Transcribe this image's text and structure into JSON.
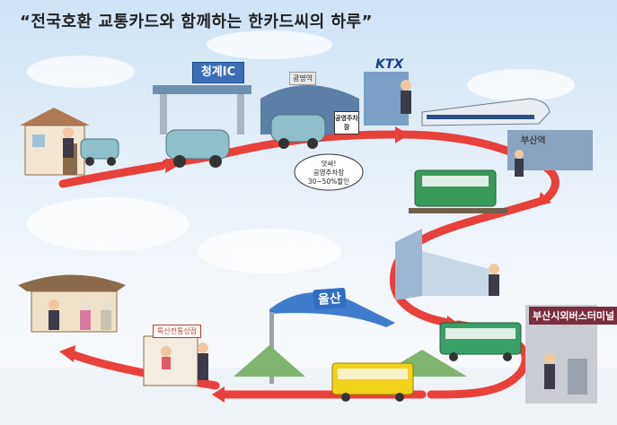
{
  "title": "“전국호환 교통카드와 함께하는 한카드씨의 하루”",
  "labels": {
    "ic_sign": "청계IC",
    "station_name": "광명역",
    "ktx_logo": "KTX",
    "parking_sign": "공영주차장",
    "bubble_line1": "앗싸!",
    "bubble_line2": "공영주차장",
    "bubble_line3": "30~50%할인",
    "busan_station": "부산역",
    "terminal_sign": "부산시외버스터미널",
    "ulsan_sign": "울산",
    "shop_sign": "특산전통상점"
  },
  "colors": {
    "arrow": "#e8403a",
    "sky": "#cfe3f5",
    "car": "#8fbfc9",
    "bus": "#f2d21b",
    "train_green": "#3a9a5a"
  }
}
